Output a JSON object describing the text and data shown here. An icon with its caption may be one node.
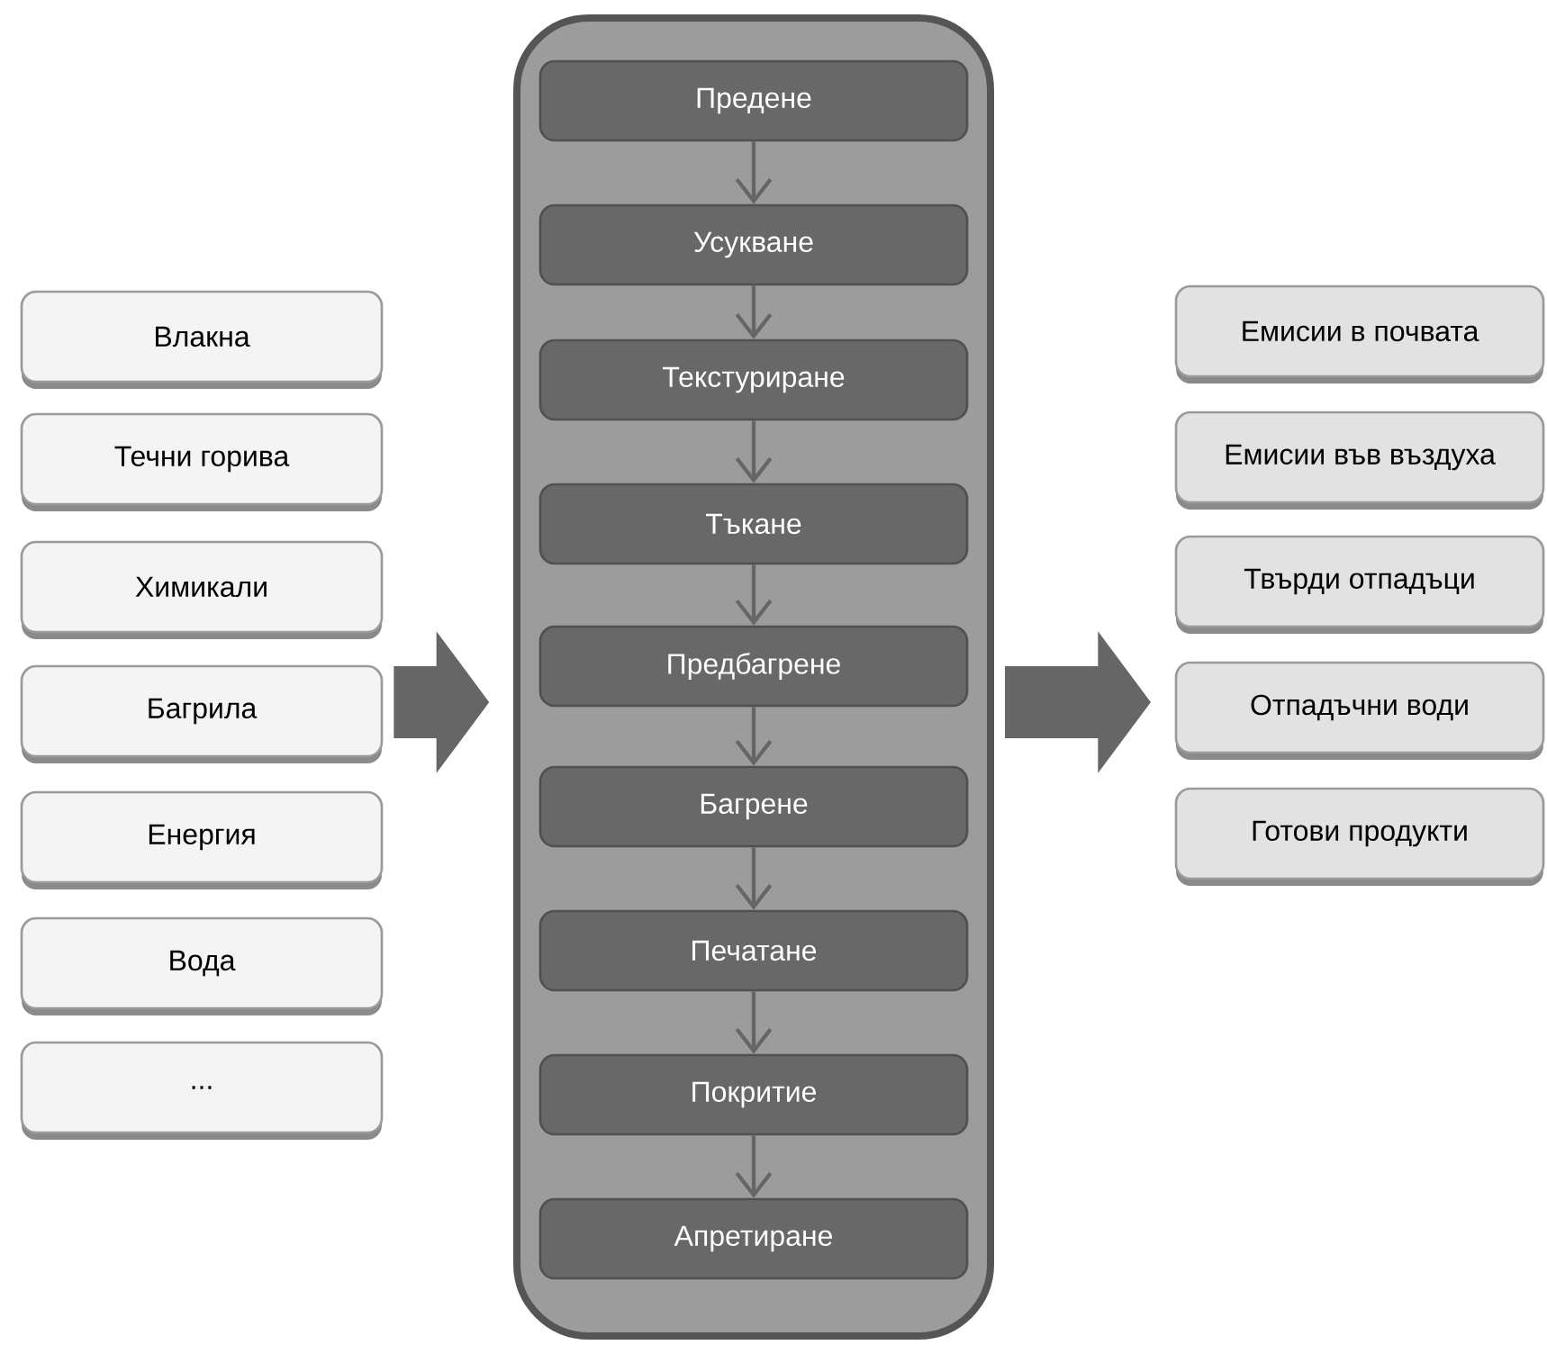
{
  "diagram": {
    "nodes": [
      {
        "text": [
          "Влакна"
        ]
      },
      {
        "text": [
          "Течни горива"
        ]
      },
      {
        "text": [
          "Химикали"
        ]
      },
      {
        "text": [
          "Багрила"
        ]
      },
      {
        "text": [
          "Енергия"
        ]
      },
      {
        "text": [
          "Вода"
        ]
      },
      {
        "text": [
          "..."
        ]
      },
      {
        "text": [],
        "shape": "box"
      },
      {
        "text": [
          "Предене"
        ],
        "in": 7
      },
      {
        "text": [
          "Усукване"
        ],
        "in": 7
      },
      {
        "text": [
          "Текстуриране"
        ],
        "in": 7
      },
      {
        "text": [
          "Тъкане"
        ],
        "in": 7
      },
      {
        "text": [
          "Предбагрене"
        ],
        "in": 7
      },
      {
        "text": [
          "Багрене"
        ],
        "in": 7
      },
      {
        "text": [
          "Печатане"
        ],
        "in": 7
      },
      {
        "text": [
          "Покритие"
        ],
        "in": 7
      },
      {
        "text": [
          "Апретиране"
        ],
        "in": 7
      },
      {
        "text": [
          "Емисии в почвата"
        ]
      },
      {
        "text": [
          "Емисии във въздуха"
        ]
      },
      {
        "text": [
          "Твърди отпадъци"
        ]
      },
      {
        "text": [
          "Отпадъчни води"
        ]
      },
      {
        "text": [
          "Готови продукти"
        ]
      }
    ],
    "edges": [
      {
        "from": 3,
        "to": 7,
        "arrow": "to",
        "style": "thick"
      },
      {
        "from": 8,
        "to": 9,
        "arrow": "to"
      },
      {
        "from": 9,
        "to": 10,
        "arrow": "to"
      },
      {
        "from": 10,
        "to": 11,
        "arrow": "to"
      },
      {
        "from": 11,
        "to": 12,
        "arrow": "to"
      },
      {
        "from": 12,
        "to": 13,
        "arrow": "to"
      },
      {
        "from": 13,
        "to": 14,
        "arrow": "to"
      },
      {
        "from": 14,
        "to": 15,
        "arrow": "to"
      },
      {
        "from": 15,
        "to": 16,
        "arrow": "to"
      },
      {
        "from": 7,
        "to": 20,
        "arrow": "to",
        "style": "thick"
      }
    ]
  }
}
